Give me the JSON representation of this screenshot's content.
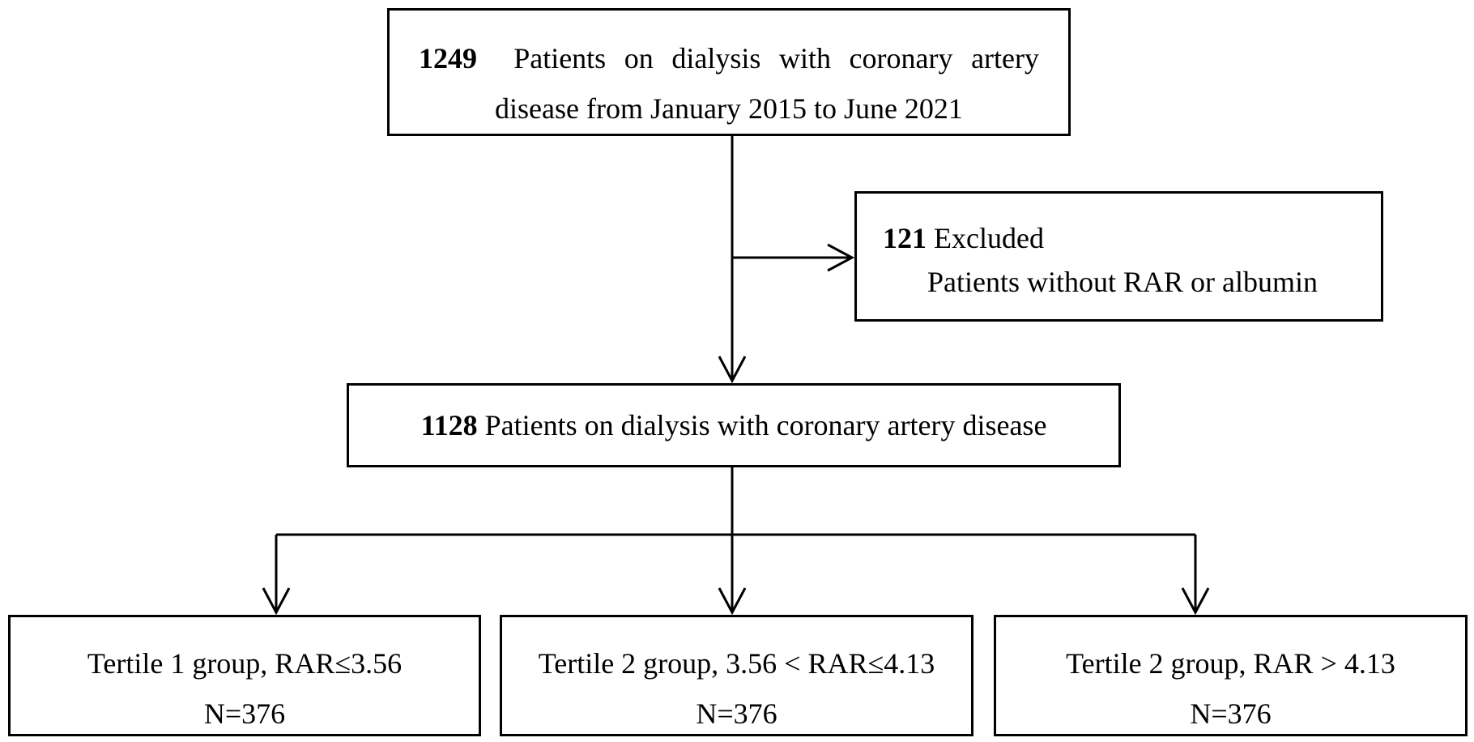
{
  "start": {
    "count": "1249",
    "line1_text": "Patients on dialysis with coronary artery",
    "line2_text": "disease from January 2015 to June 2021"
  },
  "excluded": {
    "count": "121",
    "label": "Excluded",
    "reason": "Patients without RAR or albumin"
  },
  "after_exclusion": {
    "count": "1128",
    "text": "Patients on dialysis with coronary artery disease"
  },
  "tertiles": [
    {
      "label": "Tertile 1 group, RAR≤3.56",
      "n": "N=376"
    },
    {
      "label": "Tertile 2 group, 3.56 < RAR≤4.13",
      "n": "N=376"
    },
    {
      "label": "Tertile 2 group, RAR > 4.13",
      "n": "N=376"
    }
  ]
}
